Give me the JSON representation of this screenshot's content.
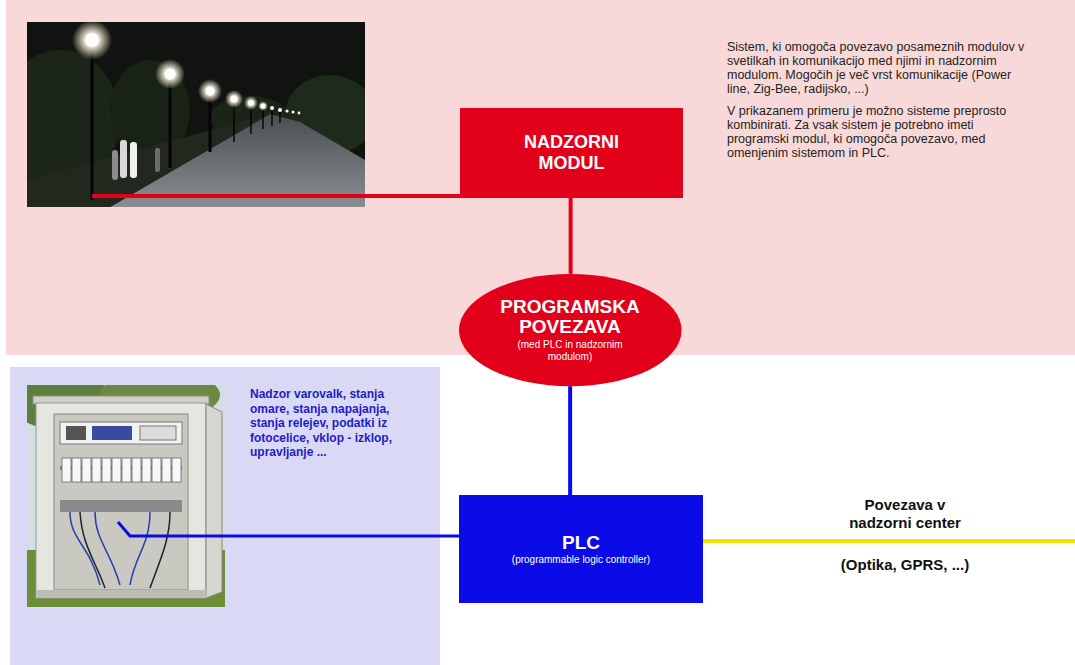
{
  "diagram": {
    "nodes": [
      {
        "text": [
          "Sistem, ki omogoča povezavo posameznih modulov v svetilkah in komunikacijo med njimi in nadzornim modulom. Mogočih je več vrst komunikacije (Power line, Zig-Bee, radijsko, ...)",
          "V prikazanem primeru je možno sisteme preprosto kombinirati. Za vsak sistem je potrebno imeti programski modul, ki omogoča povezavo, med omenjenim sistemom in PLC."
        ]
      },
      {
        "text": [
          "NADZORNI MODUL"
        ],
        "in": 0
      },
      {
        "text": [
          "PROGRAMSKA POVEZAVA",
          "(med PLC in nadzornim modulom)"
        ]
      },
      {
        "text": [
          "Nadzor varovalk, stanja omare, stanja napajanja, stanja relejev, podatki iz fotocelice, vklop - izklop, upravljanje ..."
        ]
      },
      {
        "text": [
          "PLC",
          "(programmable logic controller)"
        ]
      }
    ],
    "edges": [
      {
        "from": 1,
        "to": 2,
        "arrow": "none"
      },
      {
        "from": 2,
        "to": 4,
        "arrow": "none"
      }
    ],
    "labels": [
      "Povezava v nadzorni center",
      "(Optika, GPRS, ...)"
    ]
  }
}
